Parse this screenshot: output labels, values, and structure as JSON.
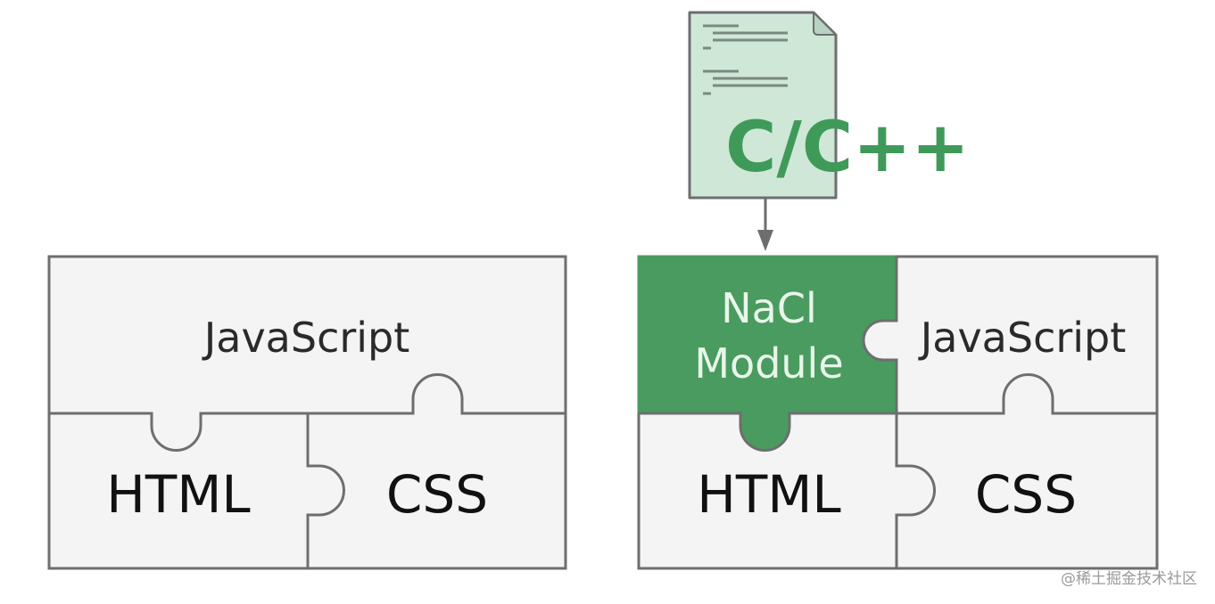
{
  "diagram": {
    "left_puzzle": {
      "javascript": "JavaScript",
      "html": "HTML",
      "css": "CSS"
    },
    "right_puzzle": {
      "nacl_line1": "NaCl",
      "nacl_line2": "Module",
      "javascript": "JavaScript",
      "html": "HTML",
      "css": "CSS"
    },
    "source_document": {
      "label": "C/C++",
      "icon": "document-icon"
    },
    "colors": {
      "nacl_green": "#4a9b5f",
      "cpp_text_green": "#3f9a5a",
      "document_fill": "#cfe7d7",
      "piece_fill": "#f4f4f4",
      "outline": "#6e6e6e",
      "nacl_text": "#e8f6ea"
    }
  },
  "watermark": "@稀土掘金技术社区"
}
